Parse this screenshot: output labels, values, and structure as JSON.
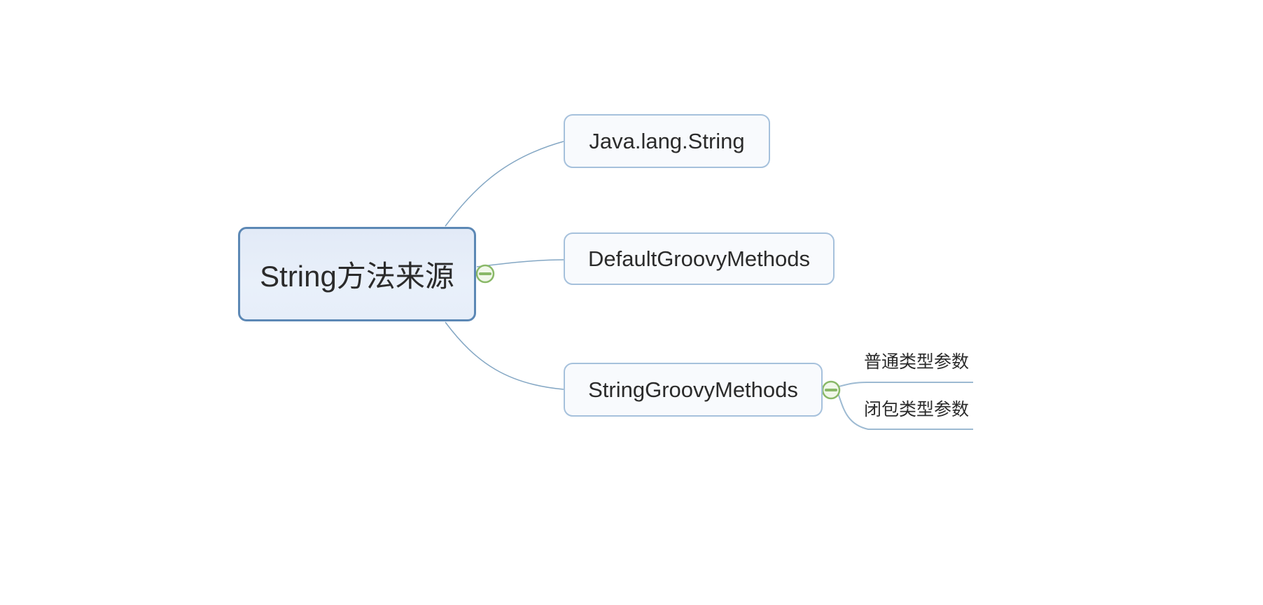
{
  "mindmap": {
    "root": {
      "label": "String方法来源"
    },
    "children": [
      {
        "label": "Java.lang.String"
      },
      {
        "label": "DefaultGroovyMethods"
      },
      {
        "label": "StringGroovyMethods",
        "children": [
          {
            "label": "普通类型参数"
          },
          {
            "label": "闭包类型参数"
          }
        ]
      }
    ],
    "icons": {
      "root_collapse": "minus-circle-icon",
      "branch_collapse": "minus-circle-icon"
    },
    "colors": {
      "background": "#ffffff",
      "root_border": "#5c88b5",
      "root_fill": "#e8eefa",
      "child_border": "#a6c1dc",
      "child_fill": "#f8fafd",
      "connector": "#84a7c4",
      "collapse_icon_green": "#89b867",
      "text": "#2b2b2b"
    }
  }
}
